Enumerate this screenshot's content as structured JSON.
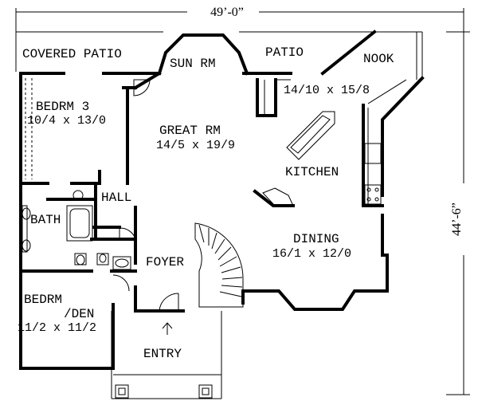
{
  "overall_width": "49’-0”",
  "overall_depth": "44’-6”",
  "rooms": {
    "covered_patio": {
      "name": "COVERED PATIO"
    },
    "sun_rm": {
      "name": "SUN RM"
    },
    "patio": {
      "name": "PATIO"
    },
    "nook": {
      "name": "NOOK"
    },
    "bedrm3": {
      "name": "BEDRM 3",
      "size": "10/4 x 13/0"
    },
    "great_rm": {
      "name": "GREAT RM",
      "size": "14/5 x 19/9"
    },
    "kitchen": {
      "name": "KITCHEN",
      "size": "14/10 x 15/8"
    },
    "hall": {
      "name": "HALL"
    },
    "bath": {
      "name": "BATH"
    },
    "dining": {
      "name": "DINING",
      "size": "16/1 x 12/0"
    },
    "foyer": {
      "name": "FOYER"
    },
    "bedrm_den": {
      "name_line1": "BEDRM",
      "name_line2": "/DEN",
      "size": "11/2 x 11/2"
    },
    "entry": {
      "name": "ENTRY"
    }
  }
}
